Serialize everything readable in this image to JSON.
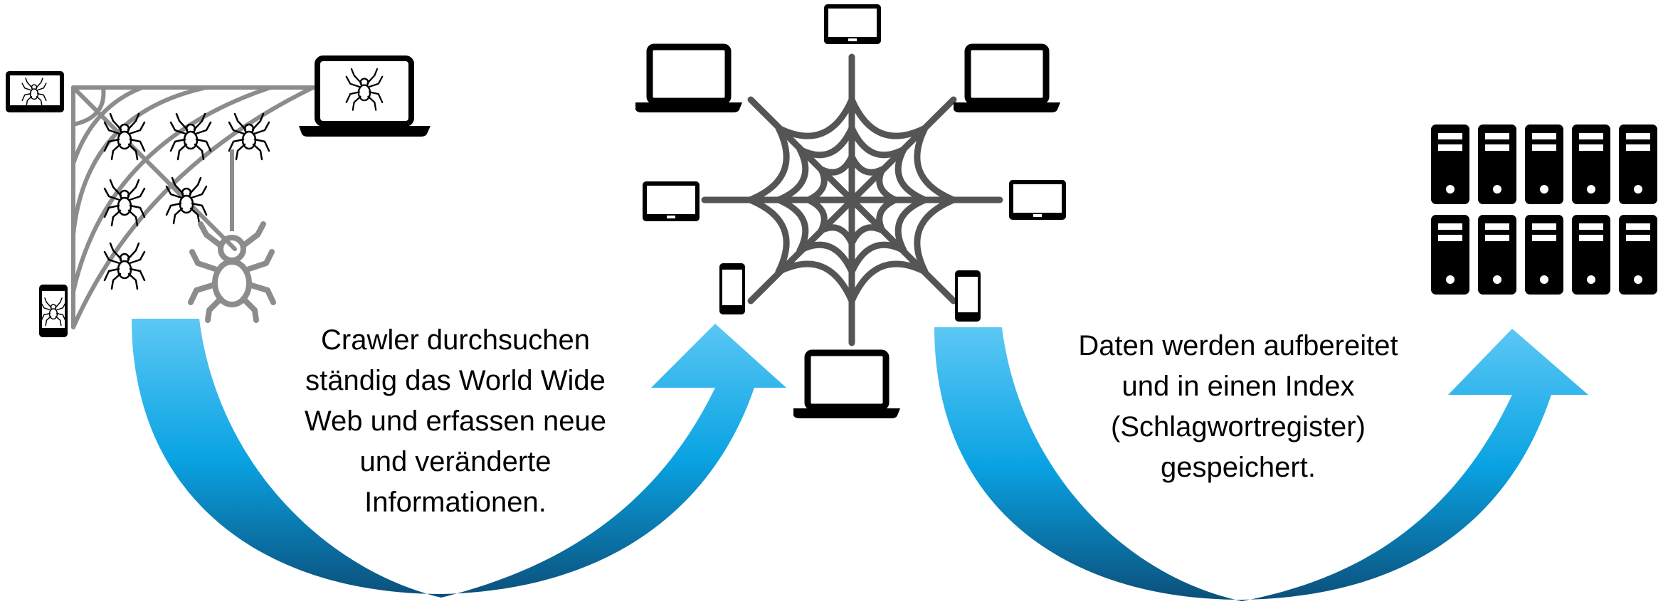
{
  "captions": {
    "crawl": {
      "lines": [
        "Crawler durchsuchen",
        "ständig das World Wide",
        "Web und erfassen neue",
        "und veränderte",
        "Informationen."
      ]
    },
    "index": {
      "lines": [
        "Daten werden aufbereitet",
        "und in einen Index",
        "(Schlagwortregister)",
        "gespeichert."
      ]
    }
  },
  "icons": {
    "spider_web": "spider-web-icon",
    "spider": "spider-icon",
    "laptop": "laptop-icon",
    "tablet": "tablet-icon",
    "phone": "smartphone-icon",
    "server": "server-icon"
  },
  "colors": {
    "arrow_light": "#5cc8f5",
    "arrow_mid": "#0aa3e3",
    "arrow_dark": "#0b4f7a",
    "web_gray": "#8c8c8c",
    "web_dark": "#555555",
    "device": "#000000"
  }
}
